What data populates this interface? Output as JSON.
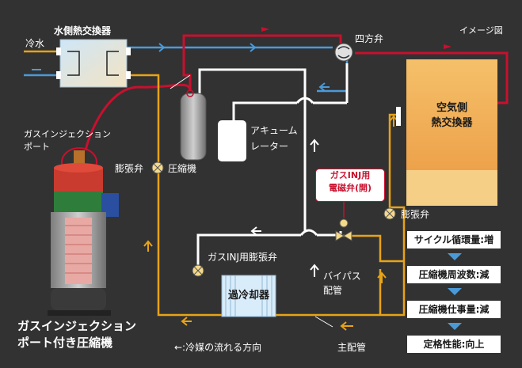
{
  "labels": {
    "cold_water": "冷水",
    "water_hx": "水側熱交換器",
    "four_way_valve": "四方弁",
    "image_note": "イメージ図",
    "accumulator_1": "アキューム",
    "accumulator_2": "レーター",
    "gas_injection_port_1": "ガスインジェクション",
    "gas_injection_port_2": "ポート",
    "expansion_valve_left": "膨張弁",
    "compressor": "圧縮機",
    "gas_inj_valve_1": "ガスINJ用",
    "gas_inj_valve_2": "電磁弁(開)",
    "air_hx_1": "空気側",
    "air_hx_2": "熱交換器",
    "expansion_valve_right": "膨張弁",
    "gas_inj_expansion_valve": "ガスINJ用膨張弁",
    "bypass_1": "バイパス",
    "bypass_2": "配管",
    "subcooler": "過冷却器",
    "main_pipe": "主配管",
    "compressor_title_1": "ガスインジェクション",
    "compressor_title_2": "ポート付き圧縮機",
    "flow_legend": "←:冷媒の流れる方向"
  },
  "effects": [
    "サイクル循環量:増",
    "圧縮機周波数:減",
    "圧縮機仕事量:減",
    "定格性能:向上"
  ],
  "colors": {
    "background": "#323232",
    "hot_pipe": "#c8102e",
    "cool_pipe": "#e8a317",
    "water_pipe": "#4b9ad8",
    "white_pipe": "#ffffff",
    "air_hx_top": "#f2b35a",
    "air_hx_bottom": "#f5c97a"
  }
}
